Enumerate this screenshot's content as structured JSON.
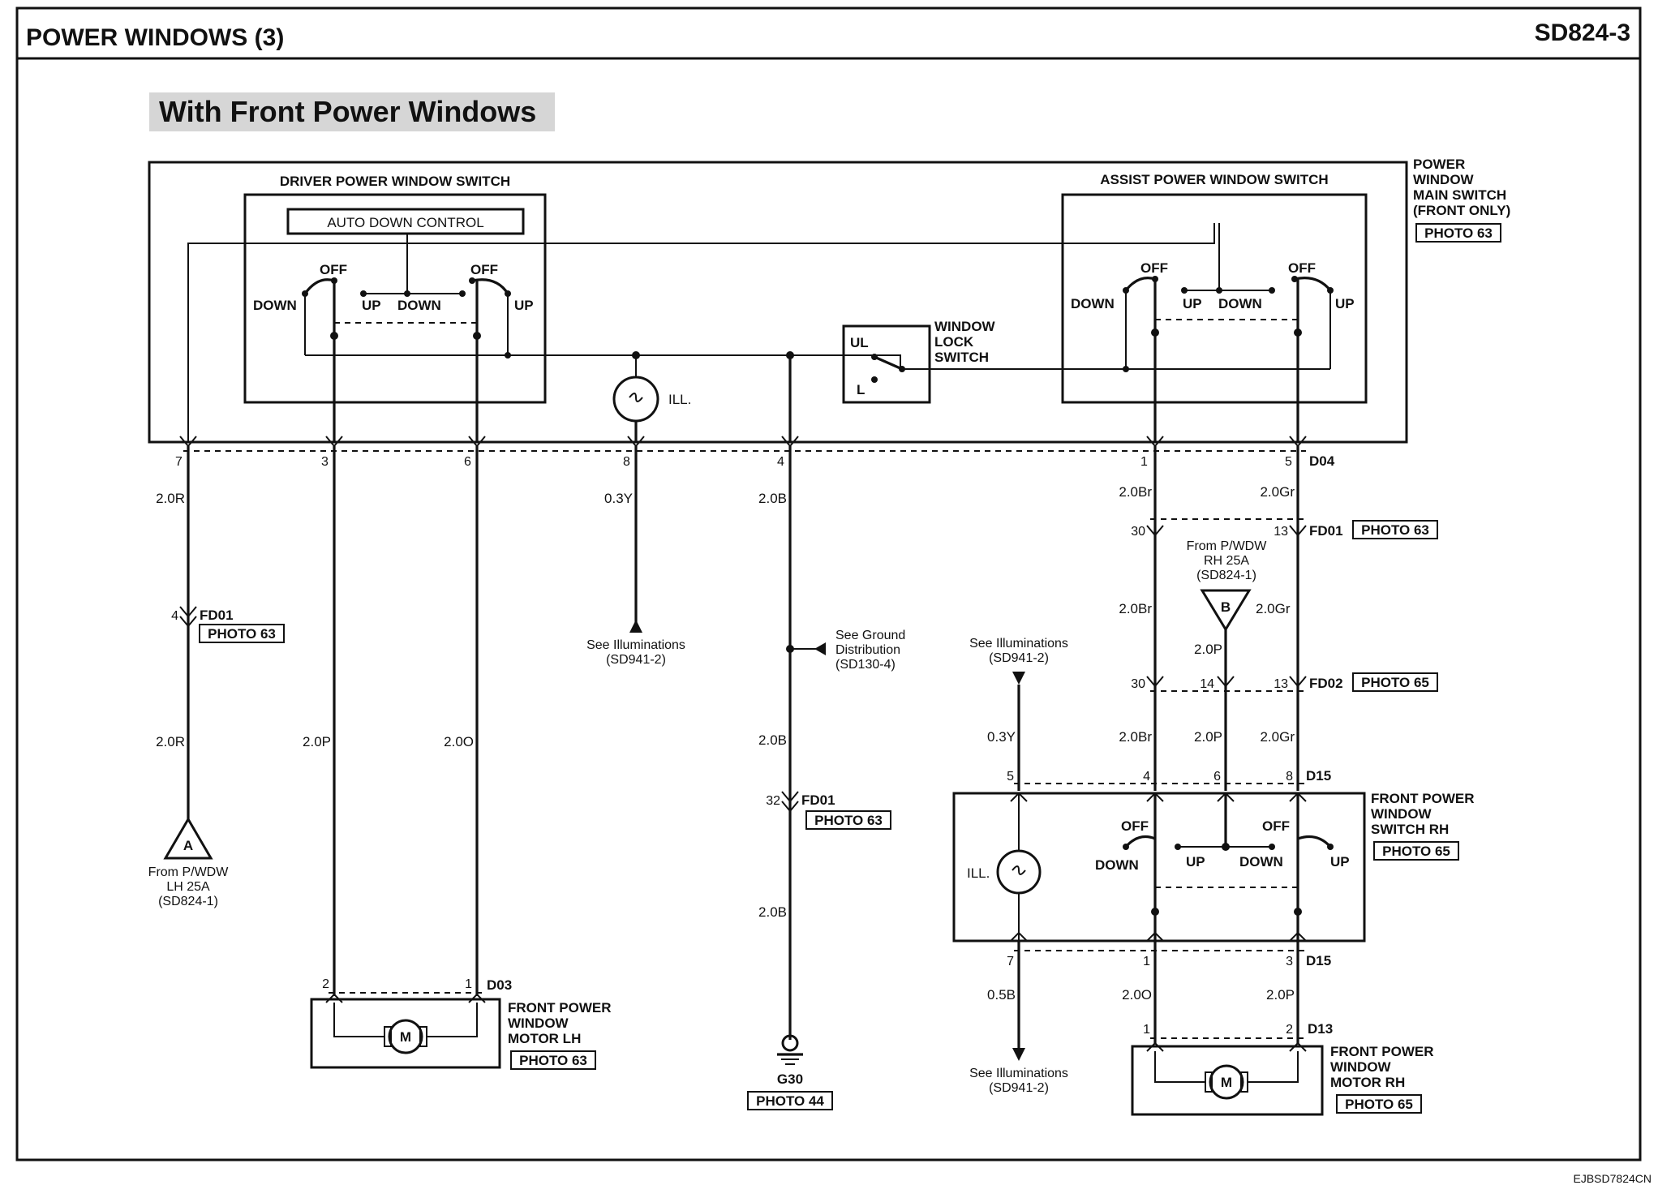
{
  "header": {
    "title": "POWER WINDOWS (3)",
    "code": "SD824-3",
    "banner": "With Front Power Windows",
    "footer_code": "EJBSD7824CN"
  },
  "main_switch": {
    "name_lines": [
      "POWER",
      "WINDOW",
      "MAIN SWITCH",
      "(FRONT ONLY)"
    ],
    "photo": "PHOTO 63",
    "driver_switch": {
      "title": "DRIVER POWER WINDOW SWITCH",
      "auto_down": "AUTO DOWN CONTROL",
      "left": {
        "off": "OFF",
        "down": "DOWN",
        "up": "UP"
      },
      "right": {
        "off": "OFF",
        "down": "DOWN",
        "up": "UP"
      }
    },
    "assist_switch": {
      "title": "ASSIST POWER WINDOW SWITCH",
      "left": {
        "off": "OFF",
        "down": "DOWN",
        "up": "UP"
      },
      "right": {
        "off": "OFF",
        "down": "DOWN",
        "up": "UP"
      }
    },
    "window_lock": {
      "name_lines": [
        "WINDOW",
        "LOCK",
        "SWITCH"
      ],
      "ul": "UL",
      "l": "L"
    },
    "ill": "ILL.",
    "connector": "D04",
    "pins": [
      "7",
      "3",
      "6",
      "8",
      "4",
      "1",
      "5"
    ]
  },
  "wires": {
    "w7": "2.0R",
    "w3": "2.0P",
    "w6": "2.0O",
    "w8": "0.3Y",
    "w4": "2.0B",
    "w1": "2.0Br",
    "w5": "2.0Gr",
    "p14": "2.0P",
    "ill_rh": "0.3Y",
    "gnd_rh": "0.5B",
    "m_rh_1": "2.0O",
    "m_rh_3": "2.0P"
  },
  "connectors": {
    "fd01_left": {
      "pin": "4",
      "name": "FD01",
      "photo": "PHOTO 63"
    },
    "fd01_ground": {
      "pin": "32",
      "name": "FD01",
      "photo": "PHOTO 63"
    },
    "fd01_right": {
      "pin_l": "30",
      "pin_r": "13",
      "name": "FD01",
      "photo": "PHOTO 63"
    },
    "fd02": {
      "pin_l": "30",
      "pin_m": "14",
      "pin_r": "13",
      "name": "FD02",
      "photo": "PHOTO 65"
    },
    "d15_top": {
      "pins": [
        "5",
        "4",
        "6",
        "8"
      ],
      "name": "D15"
    },
    "d15_bottom": {
      "pins": [
        "7",
        "1",
        "3"
      ],
      "name": "D15"
    },
    "d13": {
      "pins": [
        "1",
        "2"
      ],
      "name": "D13"
    },
    "d03": {
      "pins": [
        "2",
        "1"
      ],
      "name": "D03"
    }
  },
  "fuse_a": {
    "letter": "A",
    "lines": [
      "From P/WDW",
      "LH 25A",
      "(SD824-1)"
    ]
  },
  "fuse_b": {
    "letter": "B",
    "lines": [
      "From P/WDW",
      "RH 25A",
      "(SD824-1)"
    ]
  },
  "refs": {
    "illum_1": [
      "See Illuminations",
      "(SD941-2)"
    ],
    "ground_dist": [
      "See Ground",
      "Distribution",
      "(SD130-4)"
    ],
    "illum_2": [
      "See Illuminations",
      "(SD941-2)"
    ],
    "illum_3": [
      "See Illuminations",
      "(SD941-2)"
    ]
  },
  "ground": {
    "name": "G30",
    "photo": "PHOTO 44"
  },
  "motor_lh": {
    "lines": [
      "FRONT POWER",
      "WINDOW",
      "MOTOR LH"
    ],
    "photo": "PHOTO 63",
    "m": "M"
  },
  "motor_rh": {
    "lines": [
      "FRONT POWER",
      "WINDOW",
      "MOTOR RH"
    ],
    "photo": "PHOTO 65",
    "m": "M"
  },
  "switch_rh": {
    "lines": [
      "FRONT POWER",
      "WINDOW",
      "SWITCH RH"
    ],
    "photo": "PHOTO 65",
    "ill": "ILL.",
    "left": {
      "off": "OFF",
      "down": "DOWN",
      "up": "UP"
    },
    "right": {
      "off": "OFF",
      "down": "DOWN",
      "up": "UP"
    }
  }
}
